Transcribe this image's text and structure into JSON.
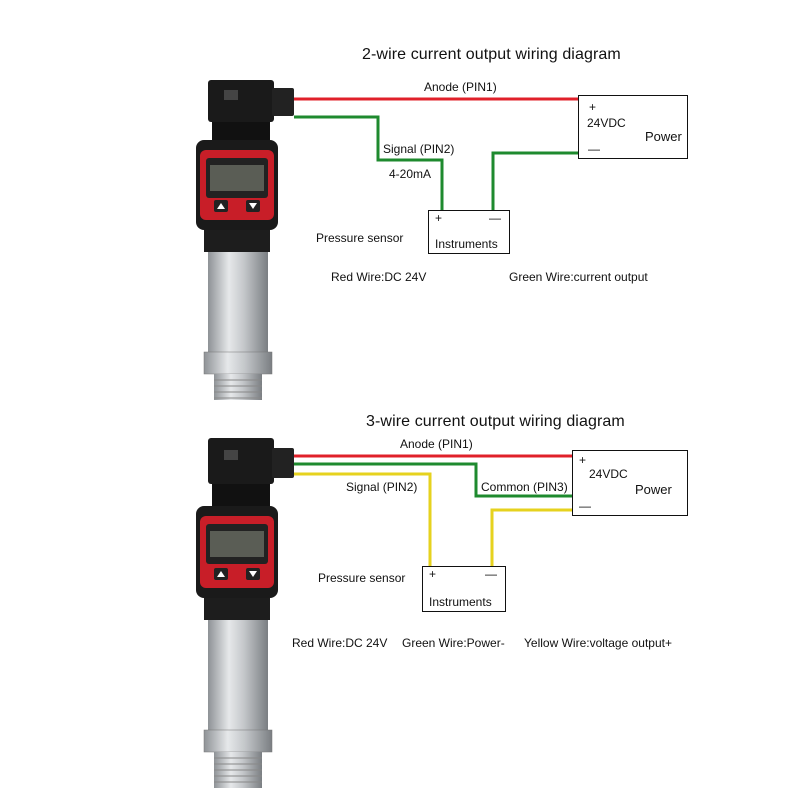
{
  "diagrams": [
    {
      "title": "2-wire current output wiring diagram",
      "labels": {
        "anode": "Anode (PIN1)",
        "signal": "Signal (PIN2)",
        "current_range": "4-20mA",
        "sensor": "Pressure sensor",
        "red_wire": "Red Wire:DC 24V",
        "green_wire": "Green Wire:current output"
      },
      "power_box": {
        "plus": "+",
        "minus": "—",
        "voltage": "24VDC",
        "name": "Power"
      },
      "instrument_box": {
        "plus": "+",
        "minus": "—",
        "name": "Instruments"
      }
    },
    {
      "title": "3-wire current output wiring diagram",
      "labels": {
        "anode": "Anode (PIN1)",
        "signal": "Signal (PIN2)",
        "common": "Common (PIN3)",
        "sensor": "Pressure sensor",
        "red_wire": "Red Wire:DC 24V",
        "green_wire": "Green Wire:Power-",
        "yellow_wire": "Yellow Wire:voltage output+"
      },
      "power_box": {
        "plus": "+",
        "minus": "—",
        "voltage": "24VDC",
        "name": "Power"
      },
      "instrument_box": {
        "plus": "+",
        "minus": "—",
        "name": "Instruments"
      }
    }
  ],
  "colors": {
    "red_wire": "#e0202a",
    "green_wire": "#1e8a2e",
    "yellow_wire": "#e6d21e",
    "sensor_body": "#1a1a1a",
    "sensor_accent": "#c81e28",
    "steel": "#b8bcc0"
  }
}
